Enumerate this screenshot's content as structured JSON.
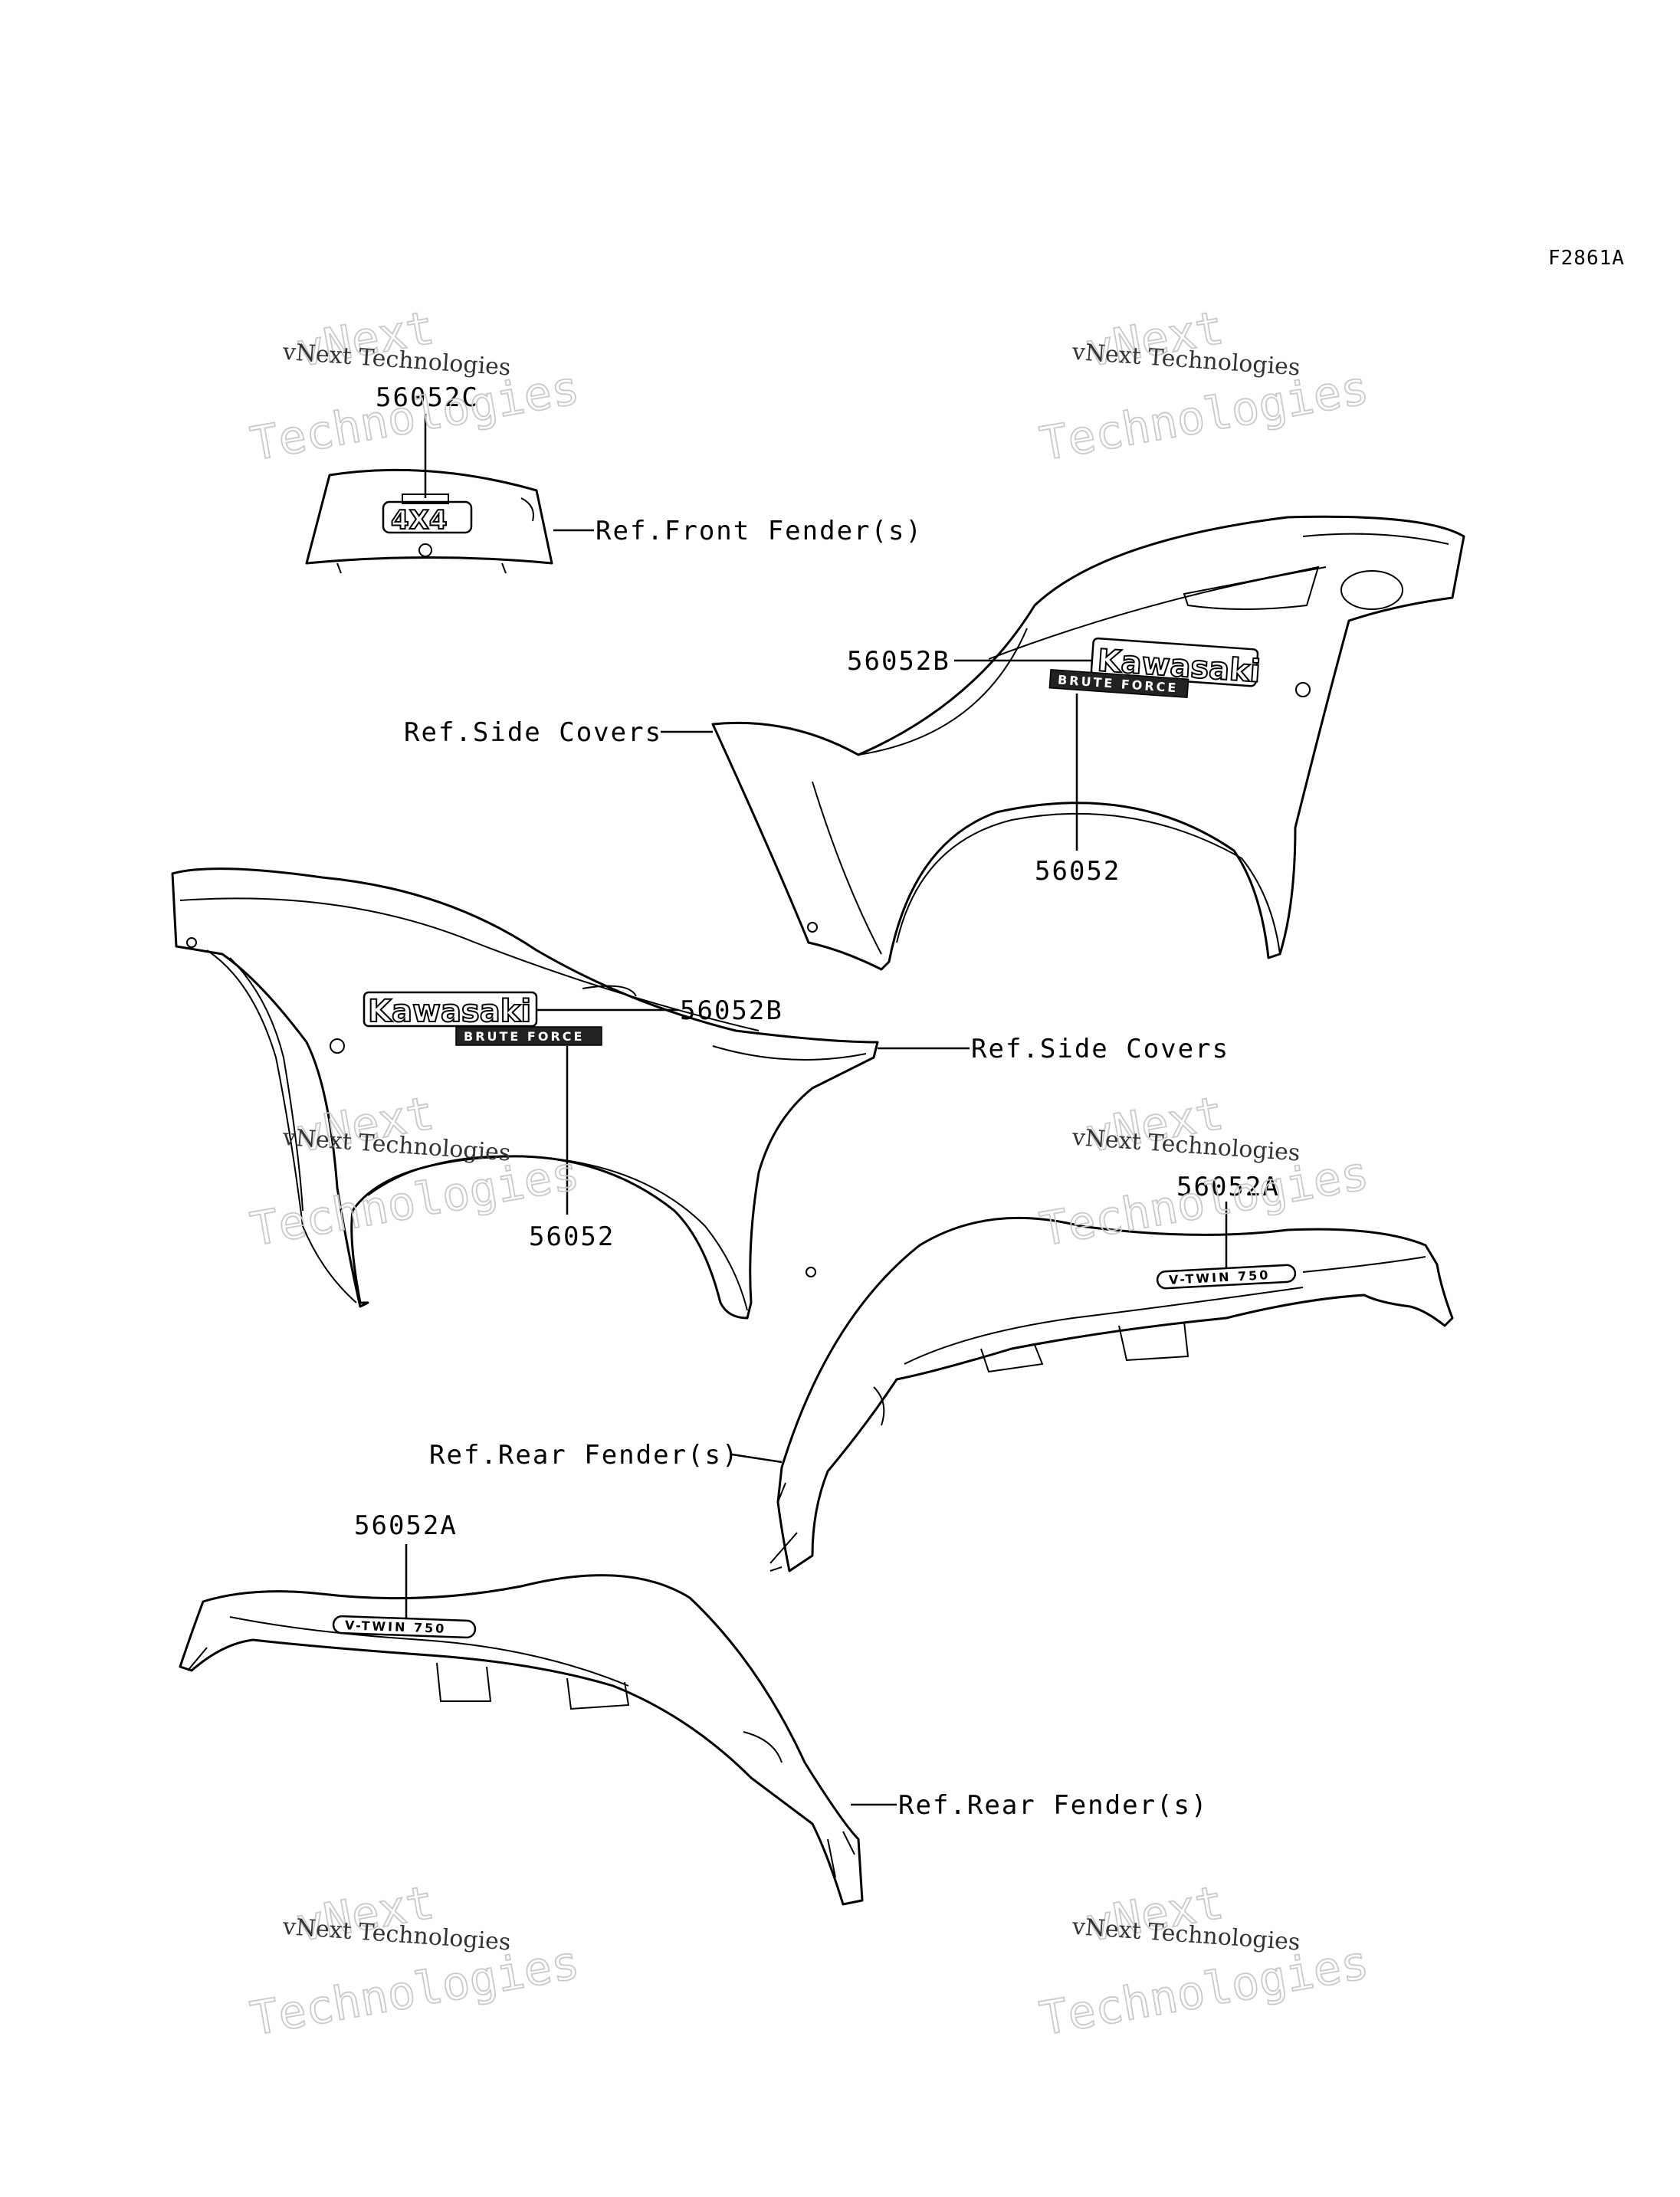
{
  "figure_id": "F2861A",
  "callouts": {
    "part_56052C": "56052C",
    "ref_front_fender": "Ref.Front Fender(s)",
    "part_56052B_top": "56052B",
    "ref_side_covers_top": "Ref.Side Covers",
    "part_56052_top": "56052",
    "part_56052B_left": "56052B",
    "ref_side_covers_left": "Ref.Side Covers",
    "part_56052_left": "56052",
    "part_56052A_right": "56052A",
    "ref_rear_fender_right": "Ref.Rear Fender(s)",
    "part_56052A_left": "56052A",
    "ref_rear_fender_left": "Ref.Rear Fender(s)"
  },
  "decals": {
    "kawasaki": "Kawasaki",
    "brute_force": "BRUTE FORCE",
    "four_by_four": "4X4",
    "vtwin": "V-TWIN 750"
  },
  "watermark": {
    "line1": "vNext Technologies",
    "outline1": "vNext",
    "outline2": "Technologies"
  }
}
